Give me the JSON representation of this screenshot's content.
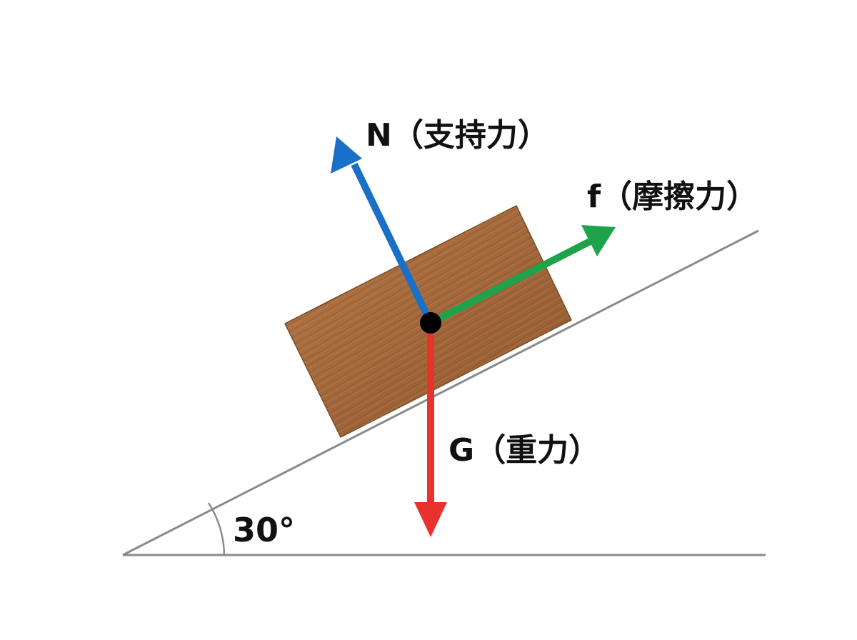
{
  "labels": {
    "normal": "N（支持力）",
    "friction": "f（摩擦力）",
    "gravity": "G（重力）",
    "angle": "30°"
  },
  "colors": {
    "normal_arrow": "#1a6fc6",
    "friction_arrow": "#1fa34a",
    "gravity_arrow": "#e8322b",
    "incline_line": "#8a8a8a",
    "block_wood": "#a86b3c",
    "center_point": "#000000"
  }
}
